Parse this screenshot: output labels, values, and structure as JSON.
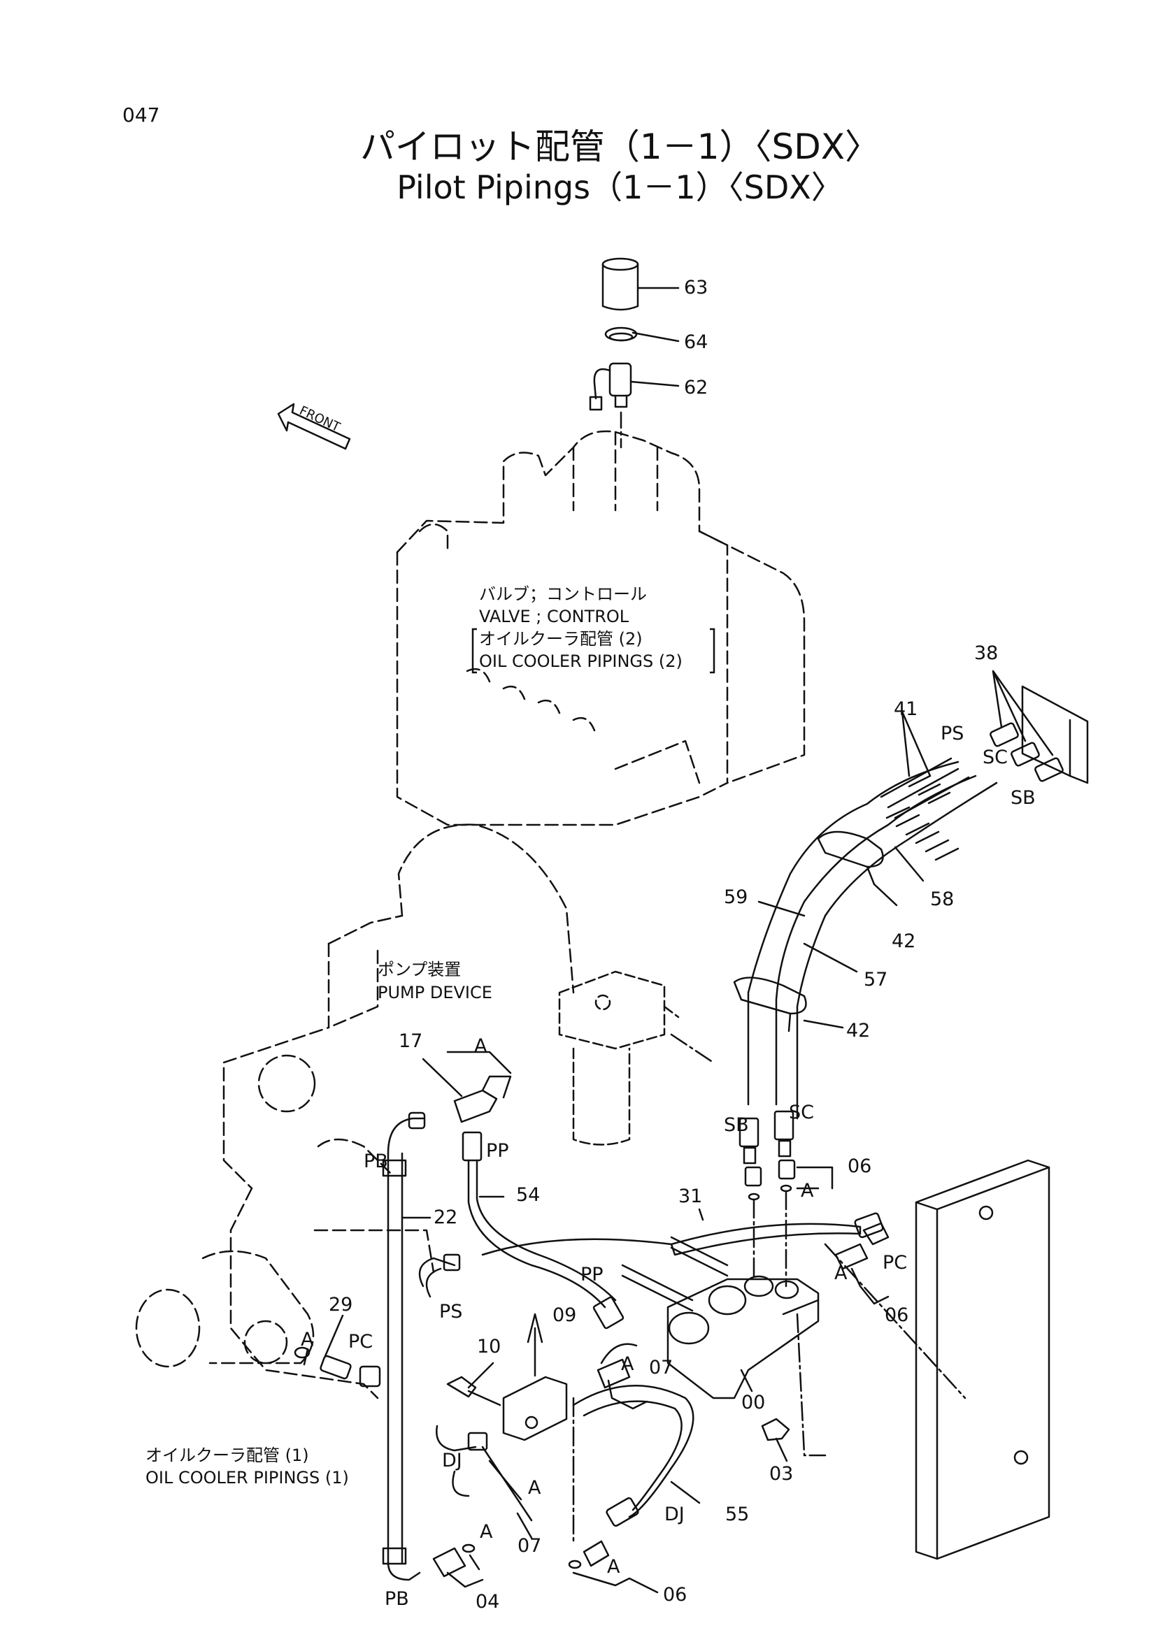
{
  "page": {
    "number": "047"
  },
  "title": {
    "japanese": "パイロット配管（1－1）〈SDX〉",
    "english": "Pilot Pipings（1－1）〈SDX〉"
  },
  "front_marker": "FRONT",
  "notes": {
    "valve_jp": "バルブ；コントロール",
    "valve_en": "VALVE ; CONTROL",
    "oil_cooler2_jp": "オイルクーラ配管 (2)",
    "oil_cooler2_en": "OIL  COOLER  PIPINGS (2)",
    "pump_jp": "ポンプ装置",
    "pump_en": "PUMP  DEVICE",
    "oil_cooler1_jp": "オイルクーラ配管 (1)",
    "oil_cooler1_en": "OIL  COOLER  PIPINGS (1)"
  },
  "callouts": {
    "c63": "63",
    "c64": "64",
    "c62": "62",
    "c38": "38",
    "c41": "41",
    "ps_top": "PS",
    "sc_top": "SC",
    "sb_top": "SB",
    "c58": "58",
    "c59": "59",
    "c42a": "42",
    "c57": "57",
    "c42b": "42",
    "c17": "17",
    "a_17": "A",
    "sb_mid": "SB",
    "sc_mid": "SC",
    "pb_top": "PB",
    "pp_top": "PP",
    "c06a": "06",
    "a_06a": "A",
    "c22": "22",
    "c54": "54",
    "c31": "31",
    "pc_right": "PC",
    "a_06b": "A",
    "c06b": "06",
    "pp_mid": "PP",
    "ps_mid": "PS",
    "c09": "09",
    "c29": "29",
    "c10": "10",
    "a_07a": "A",
    "c07a": "07",
    "a_29": "A",
    "pc_left": "PC",
    "c00": "00",
    "dj_left": "DJ",
    "a_mid": "A",
    "c03": "03",
    "c07b": "07",
    "a_04": "A",
    "c55": "55",
    "dj_right": "DJ",
    "a_06c": "A",
    "c06c": "06",
    "pb_bottom": "PB",
    "c04": "04"
  }
}
